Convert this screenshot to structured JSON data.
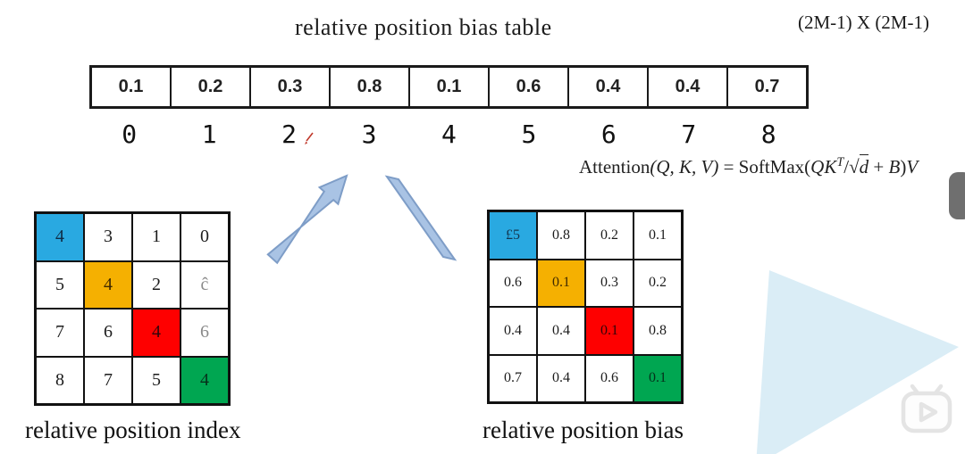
{
  "title": "relative position bias table",
  "dims_label": "(2M-1) X (2M-1)",
  "bias_table": {
    "values": [
      "0.1",
      "0.2",
      "0.3",
      "0.8",
      "0.1",
      "0.6",
      "0.4",
      "0.4",
      "0.7"
    ],
    "indices": [
      "0",
      "1",
      "2",
      "3",
      "4",
      "5",
      "6",
      "7",
      "8"
    ]
  },
  "formula": {
    "fn": "Attention",
    "args": "(Q, K, V)",
    "eq": " = SoftMax(",
    "qk": "QK",
    "sup_t": "T",
    "slash": "/",
    "sqrt": "√",
    "d": "d",
    "plus": " + ",
    "b": "B",
    "close": ")",
    "v": "V"
  },
  "index_grid": {
    "caption": "relative position index",
    "cells": [
      {
        "v": "4",
        "bg": "#29a9e1",
        "fg": "#0f2b44"
      },
      {
        "v": "3"
      },
      {
        "v": "1"
      },
      {
        "v": "0"
      },
      {
        "v": "5"
      },
      {
        "v": "4",
        "bg": "#f5b001",
        "fg": "#402a00"
      },
      {
        "v": "2"
      },
      {
        "v": "ĉ",
        "fg": "#8a8a8a"
      },
      {
        "v": "7"
      },
      {
        "v": "6"
      },
      {
        "v": "4",
        "bg": "#fe0000",
        "fg": "#30050a"
      },
      {
        "v": "6",
        "fg": "#8a8a8a"
      },
      {
        "v": "8"
      },
      {
        "v": "7"
      },
      {
        "v": "5"
      },
      {
        "v": "4",
        "bg": "#00a651",
        "fg": "#06301b"
      }
    ]
  },
  "bias_grid": {
    "caption": "relative position bias",
    "cells": [
      {
        "v": "£5",
        "bg": "#29a9e1",
        "fg": "#14364f"
      },
      {
        "v": "0.8"
      },
      {
        "v": "0.2"
      },
      {
        "v": "0.1"
      },
      {
        "v": "0.6"
      },
      {
        "v": "0.1",
        "bg": "#f5b001",
        "fg": "#402a00"
      },
      {
        "v": "0.3"
      },
      {
        "v": "0.2"
      },
      {
        "v": "0.4"
      },
      {
        "v": "0.4"
      },
      {
        "v": "0.1",
        "bg": "#fe0000",
        "fg": "#30050a"
      },
      {
        "v": "0.8"
      },
      {
        "v": "0.7"
      },
      {
        "v": "0.4"
      },
      {
        "v": "0.6"
      },
      {
        "v": "0.1",
        "bg": "#00a651",
        "fg": "#06301b"
      }
    ]
  },
  "colors": {
    "arrow_fill": "#a9c3e4",
    "arrow_stroke": "#7e9dc7",
    "triangle_watermark": "#daedf6",
    "scroll_handle": "#6f6f6f",
    "pen_mark": "#c0392b",
    "watermark_stroke": "#e4e4e4"
  }
}
